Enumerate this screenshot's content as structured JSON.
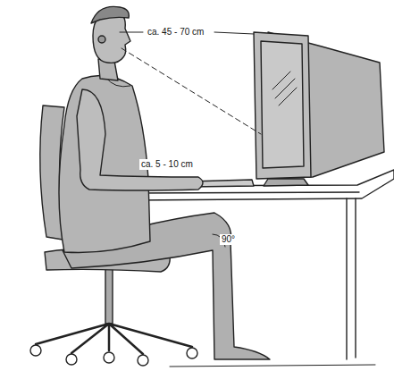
{
  "diagram": {
    "labels": [
      "ca. 45 - 70 cm",
      "ca. 5 - 10 cm",
      "90°"
    ]
  }
}
